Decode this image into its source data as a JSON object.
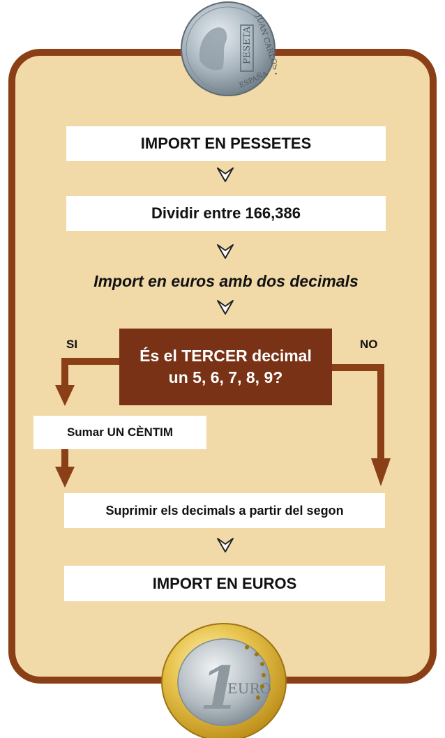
{
  "steps": {
    "import_pessetes": "IMPORT EN PESSETES",
    "dividir": "Dividir entre 166,386",
    "euros_decimals": "Import en euros amb dos decimals",
    "decision_line1": "És el TERCER decimal",
    "decision_line2": "un 5, 6, 7, 8, 9?",
    "branch_yes": "SI",
    "branch_no": "NO",
    "sumar": "Sumar UN CÈNTIM",
    "suprimir": "Suprimir els decimals a partir del segon",
    "import_euros": "IMPORT EN EUROS"
  },
  "coins": {
    "peseta_line1": "JUAN CARLOS I",
    "peseta_denomination": "PESETA",
    "peseta_country": "ESPAÑA",
    "euro_numeral": "1",
    "euro_word": "EURO"
  },
  "colors": {
    "panel_border": "#8a3f16",
    "panel_fill": "#f1d9a8",
    "decision_fill": "#7a3216",
    "arrow": "#8a3f16"
  }
}
